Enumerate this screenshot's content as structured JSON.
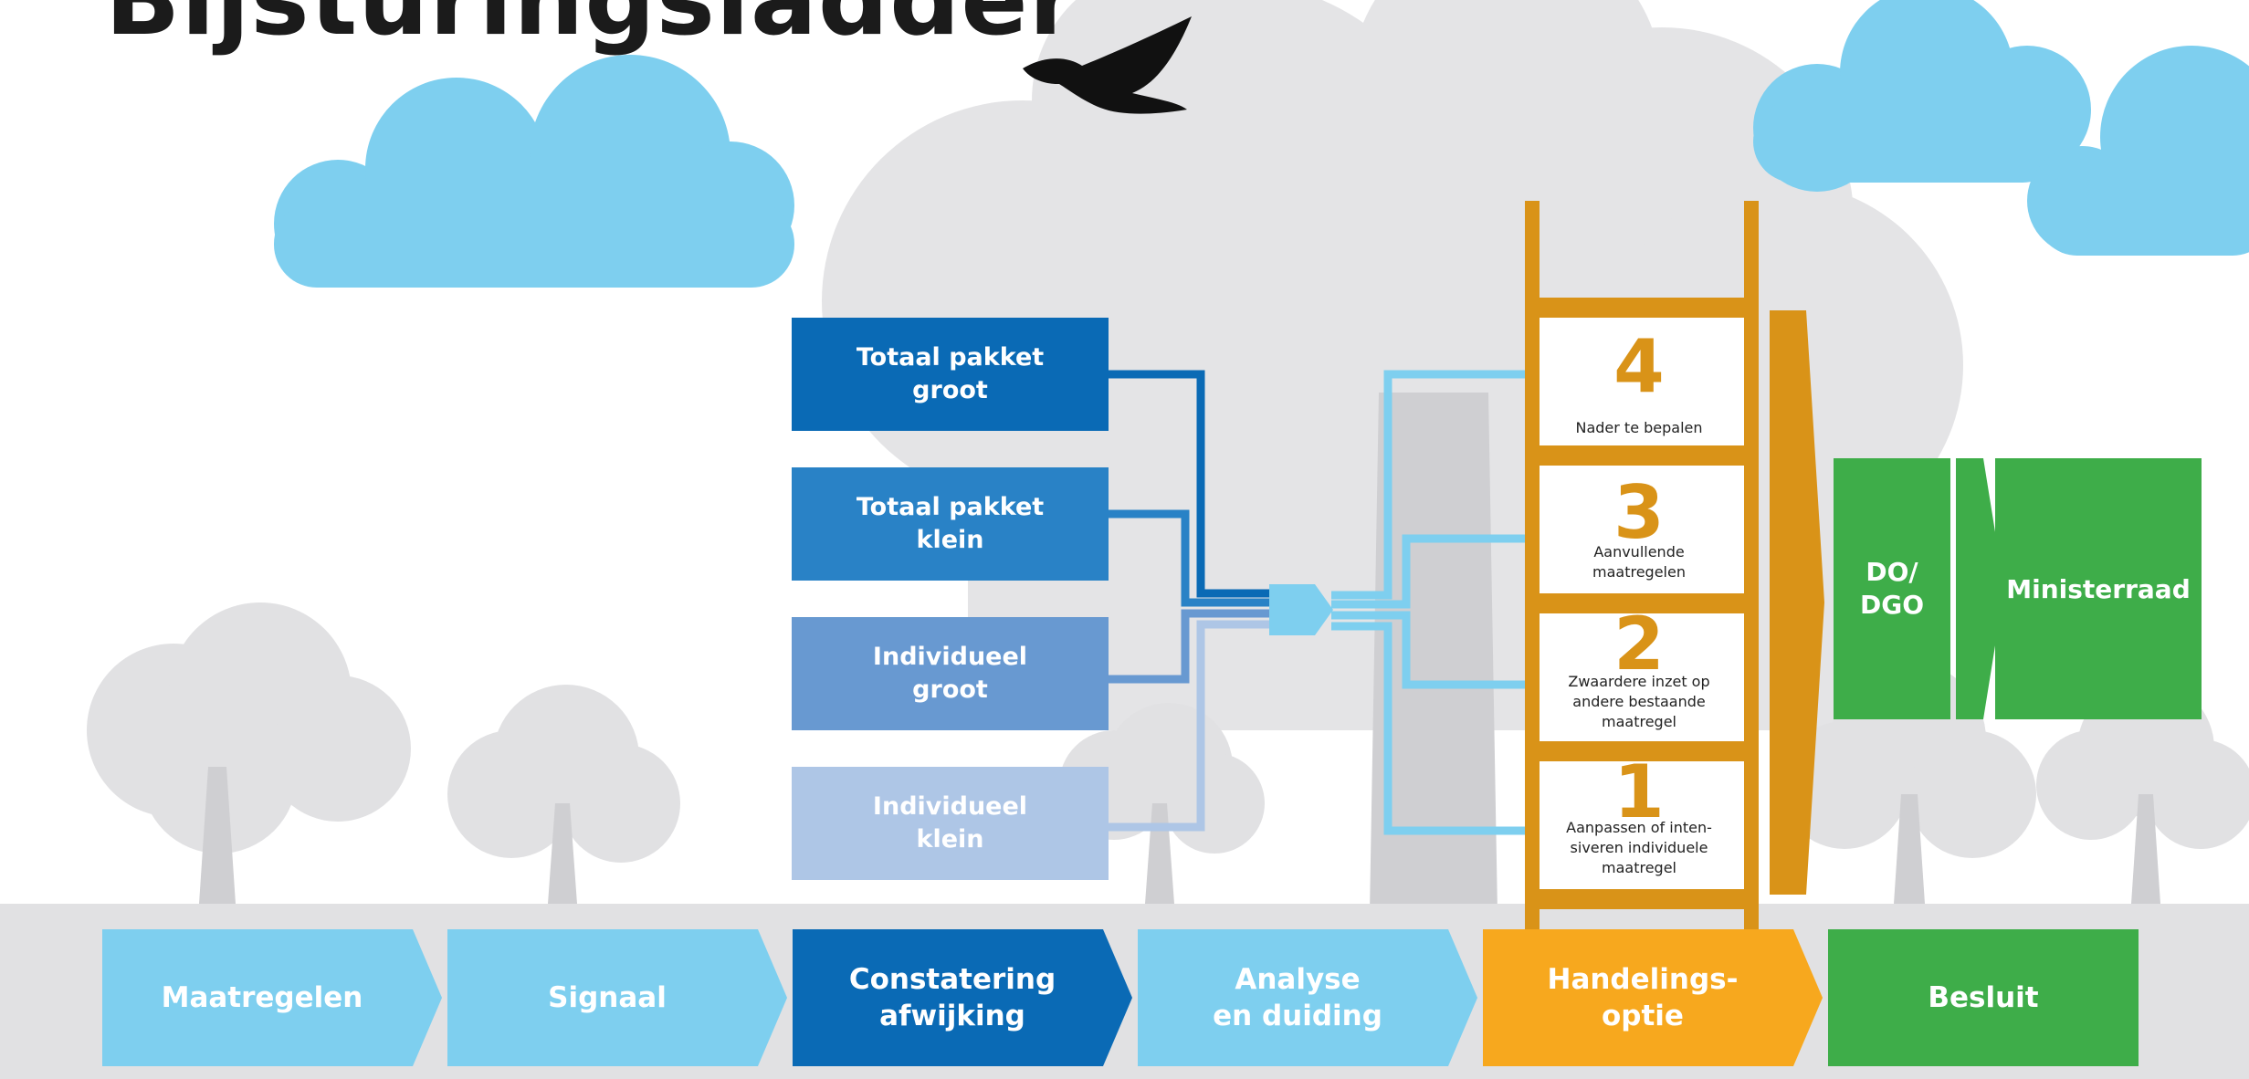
{
  "title": "Bijsturingsladder",
  "categories": [
    {
      "label": "Totaal pakket groot",
      "line1": "Totaal pakket",
      "line2": "groot",
      "color": "#0a6ab5"
    },
    {
      "label": "Totaal pakket klein",
      "line1": "Totaal pakket",
      "line2": "klein",
      "color": "#2982c6"
    },
    {
      "label": "Individueel groot",
      "line1": "Individueel",
      "line2": "groot",
      "color": "#6899d1"
    },
    {
      "label": "Individueel klein",
      "line1": "Individueel",
      "line2": "klein",
      "color": "#aec6e6"
    }
  ],
  "ladder": {
    "color": "#d99318",
    "rungs": [
      {
        "number": "4",
        "lines": [
          "Nader te bepalen"
        ]
      },
      {
        "number": "3",
        "lines": [
          "Aanvullende",
          "maatregelen"
        ]
      },
      {
        "number": "2",
        "lines": [
          "Zwaardere inzet op",
          "andere bestaande",
          "maatregel"
        ]
      },
      {
        "number": "1",
        "lines": [
          "Aanpassen of inten-",
          "siveren individuele",
          "maatregel"
        ]
      }
    ]
  },
  "decision": {
    "do_dgo_line1": "DO/",
    "do_dgo_line2": "DGO",
    "ministerraad": "Ministerraad",
    "color": "#3ead49"
  },
  "process_steps": [
    {
      "line1": "Maatregelen",
      "line2": "",
      "color": "#7ecfef"
    },
    {
      "line1": "Signaal",
      "line2": "",
      "color": "#7ecfef"
    },
    {
      "line1": "Constatering",
      "line2": "afwijking",
      "color": "#0a6ab5"
    },
    {
      "line1": "Analyse",
      "line2": "en duiding",
      "color": "#7ecfef"
    },
    {
      "line1": "Handelings-",
      "line2": "optie",
      "color": "#f7a81e"
    },
    {
      "line1": "Besluit",
      "line2": "",
      "color": "#3ead49"
    }
  ],
  "icons": {
    "bird": "bird-icon",
    "cloud": "cloud-icon",
    "tree": "tree-icon",
    "ladder": "ladder-icon"
  }
}
